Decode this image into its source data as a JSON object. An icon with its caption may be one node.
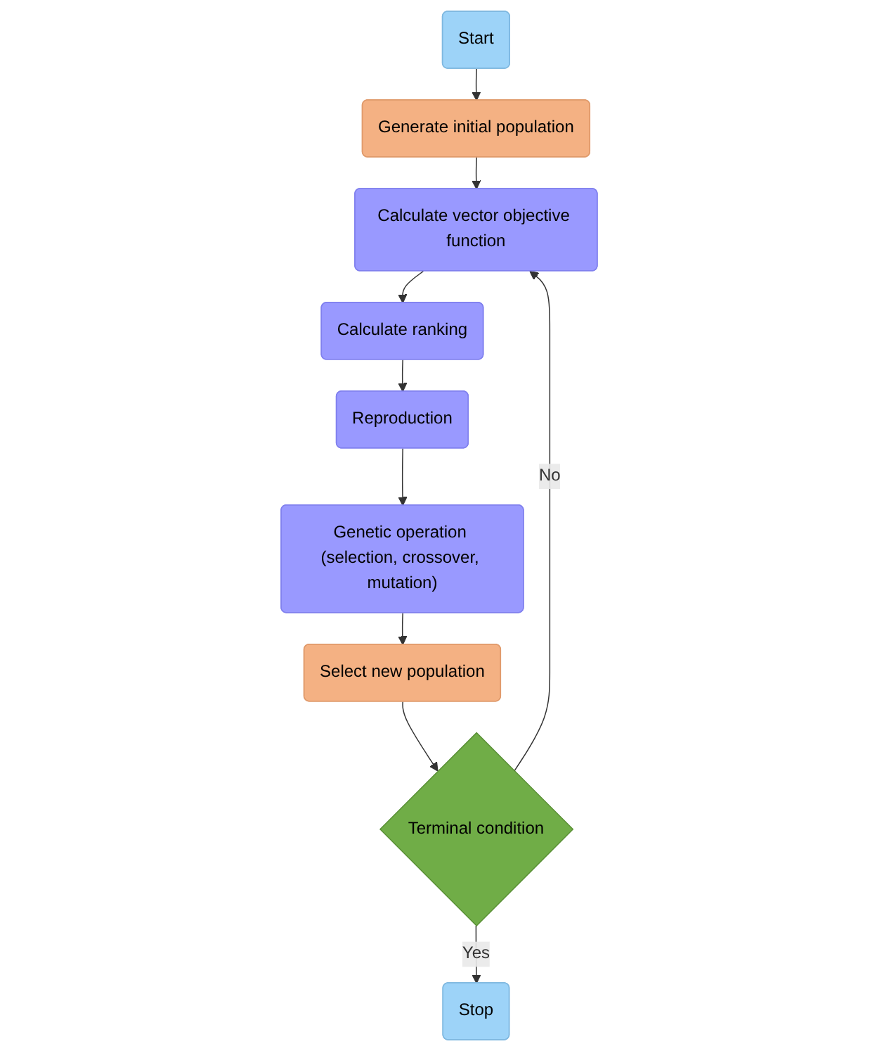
{
  "diagram": {
    "nodes": [
      {
        "text": [
          "Start"
        ]
      },
      {
        "text": [
          "Generate initial population"
        ]
      },
      {
        "text": [
          "Calculate vector objective function"
        ]
      },
      {
        "text": [
          "Calculate ranking"
        ]
      },
      {
        "text": [
          "Reproduction"
        ]
      },
      {
        "text": [
          "Genetic operation (selection, crossover, mutation)"
        ]
      },
      {
        "text": [
          "Select new population"
        ]
      },
      {
        "text": [
          "Terminal condition"
        ]
      },
      {
        "text": [
          "Stop"
        ]
      }
    ],
    "edges": [
      {
        "from": 0,
        "to": 1,
        "arrow": "to"
      },
      {
        "from": 1,
        "to": 2,
        "arrow": "to"
      },
      {
        "from": 2,
        "to": 3,
        "arrow": "to"
      },
      {
        "from": 3,
        "to": 4,
        "arrow": "to"
      },
      {
        "from": 4,
        "to": 5,
        "arrow": "to"
      },
      {
        "from": 5,
        "to": 6,
        "arrow": "to"
      },
      {
        "from": 6,
        "to": 7,
        "arrow": "to"
      },
      {
        "from": 7,
        "to": 8,
        "arrow": "to",
        "label": "Yes"
      },
      {
        "from": 7,
        "to": 2,
        "arrow": "to",
        "label": "No"
      }
    ]
  }
}
